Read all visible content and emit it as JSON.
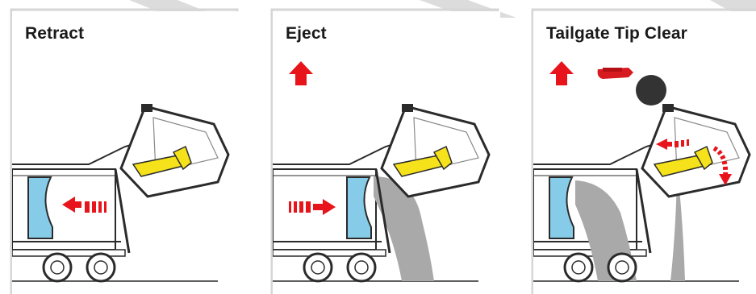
{
  "panels": [
    {
      "id": "retract",
      "title": "Retract",
      "mode": "retract"
    },
    {
      "id": "eject",
      "title": "Eject",
      "mode": "eject"
    },
    {
      "id": "tailgate",
      "title": "Tailgate Tip Clear",
      "mode": "tailgate"
    }
  ],
  "icons": {
    "up_arrow": "up-arrow-icon",
    "hand_press": "hand-press-button-icon",
    "push_arrow_left": "left-arrow-icon",
    "push_arrow_right": "right-arrow-icon",
    "rotate_arrow": "rotate-arrow-icon"
  },
  "colors": {
    "background_stripes": "#d9d9d9",
    "panel_border": "#d0d0d0",
    "accent_red": "#e8141b",
    "hydraulic_yellow": "#f5e21a",
    "container_blue": "#86cce8",
    "material_grey": "#a9a9a9",
    "line": "#2b2b2b"
  }
}
